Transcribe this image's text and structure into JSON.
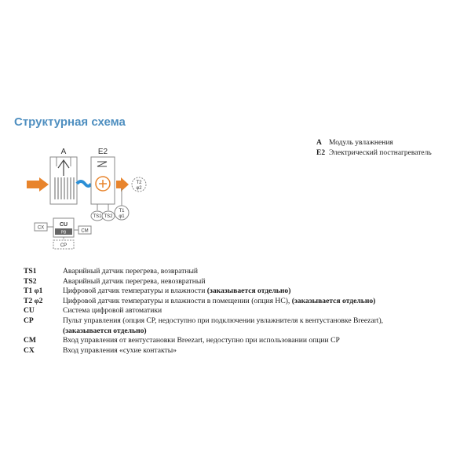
{
  "title": "Структурная схема",
  "side_legend": [
    {
      "code": "A",
      "text": "Модуль увлажнения"
    },
    {
      "code": "E2",
      "text": "Электрический постнагреватель"
    }
  ],
  "diagram": {
    "label_a": "A",
    "label_e2": "E2",
    "ts1": "TS1",
    "ts2": "TS2",
    "t1_line1": "T1",
    "t1_line2": "φ1",
    "t2_line1": "T2",
    "t2_line2": "φ2",
    "cu": "CU",
    "pb": "PB",
    "cm": "CM",
    "cx": "CX",
    "cp": "CP",
    "colors": {
      "arrow": "#e8842c",
      "flow": "#2b8fd6",
      "line": "#888888",
      "text": "#333333"
    }
  },
  "legend": [
    {
      "code": "TS1",
      "text": "Аварийный датчик перегрева, возвратный",
      "bold": ""
    },
    {
      "code": "TS2",
      "text": "Аварийный датчик перегрева, невозвратный",
      "bold": ""
    },
    {
      "code": "T1 φ1",
      "text": "Цифровой датчик температуры и влажности ",
      "bold": "(заказывается отдельно)"
    },
    {
      "code": "T2 φ2",
      "text": "Цифровой датчик температуры и влажности в помещении (опция НС), ",
      "bold": "(заказывается отдельно)"
    },
    {
      "code": "CU",
      "text": "Система цифровой автоматики",
      "bold": ""
    },
    {
      "code": "CP",
      "text": "Пульт управления (опция СР, недоступно при подключении увлажнителя к вентустановке Breezart),",
      "bold": "(заказывается отдельно)"
    },
    {
      "code": "CM",
      "text": "Вход управления от вентустановки Breezart, недоступно при использовании опции СР",
      "bold": ""
    },
    {
      "code": "CX",
      "text": "Вход управления «сухие контакты»",
      "bold": ""
    }
  ]
}
